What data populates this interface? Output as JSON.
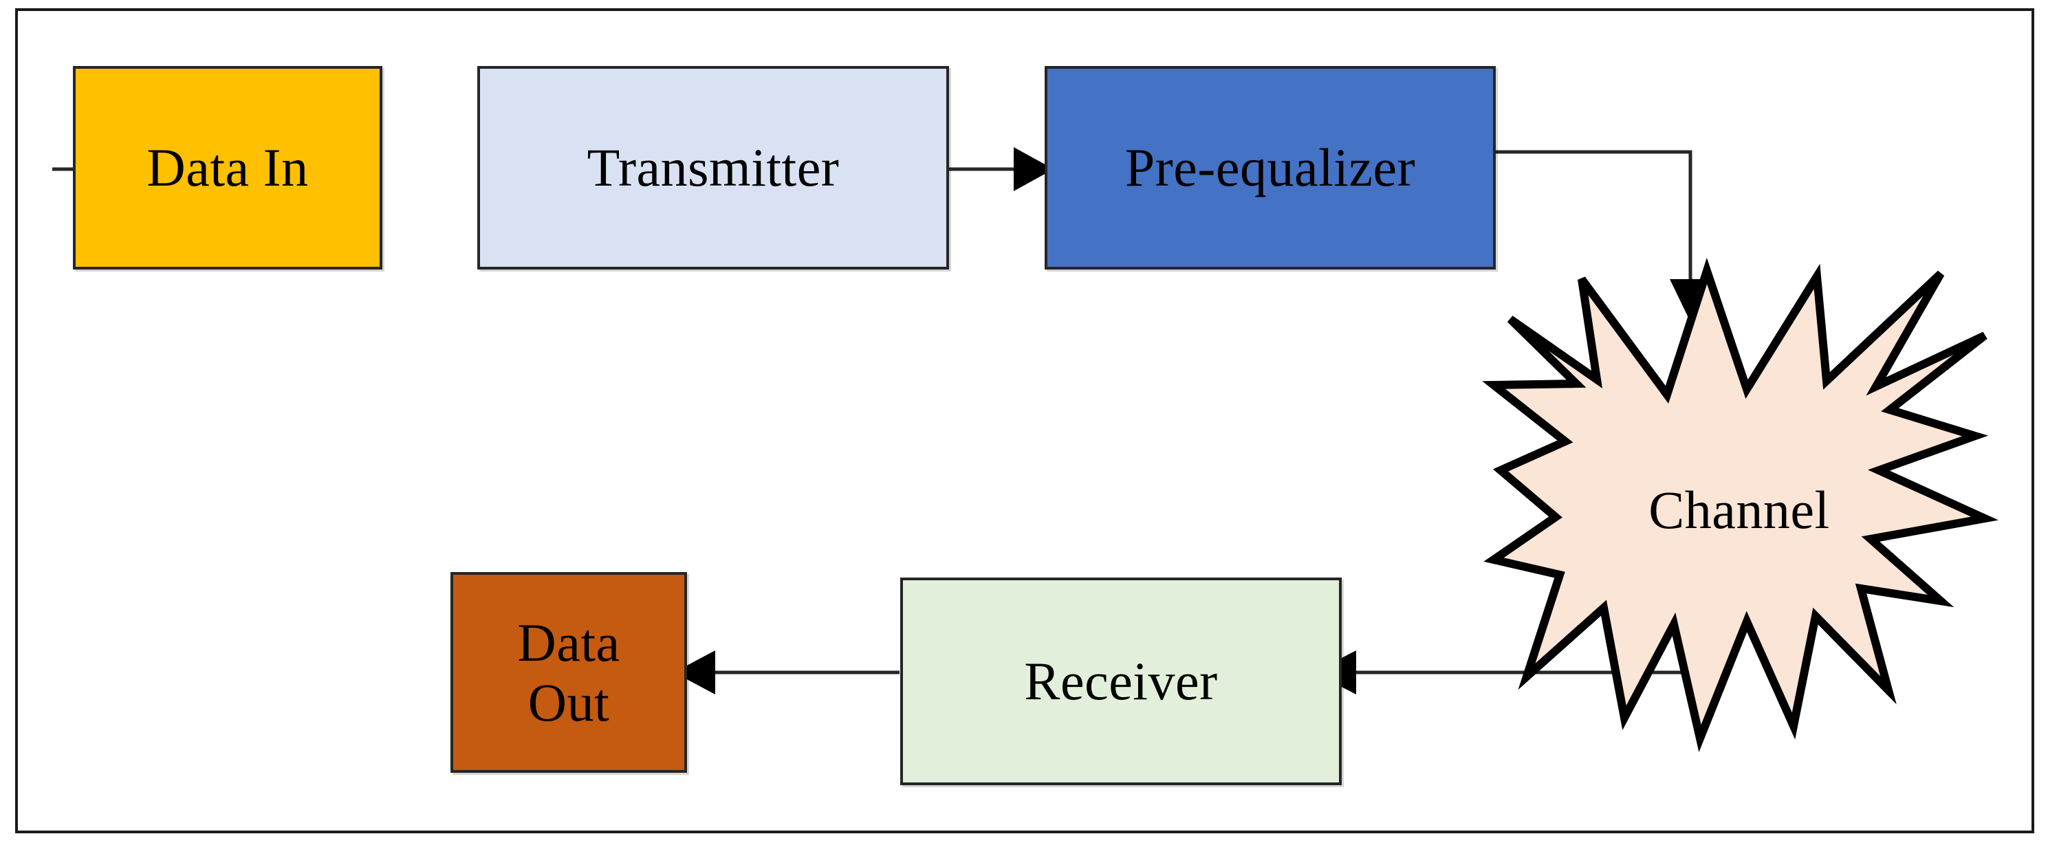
{
  "diagram": {
    "title": "Pre-equalized communication link block diagram",
    "frame": {
      "border_color": "#1a1a1a"
    },
    "nodes": [
      {
        "id": "data-in",
        "label": "Data In",
        "shape": "rectangle",
        "fill": "#FFC000",
        "stroke": "#262626"
      },
      {
        "id": "transmitter",
        "label": "Transmitter",
        "shape": "rectangle",
        "fill": "#D9E2F3",
        "stroke": "#262626"
      },
      {
        "id": "pre-equalizer",
        "label": "Pre-equalizer",
        "shape": "rectangle",
        "fill": "#4472C4",
        "stroke": "#262626"
      },
      {
        "id": "channel",
        "label": "Channel",
        "shape": "explosion-star",
        "fill": "#FBE5D6",
        "stroke": "#000000"
      },
      {
        "id": "receiver",
        "label": "Receiver",
        "shape": "rectangle",
        "fill": "#E2EFDA",
        "stroke": "#262626"
      },
      {
        "id": "data-out",
        "label_line1": "Data",
        "label_line2": "Out",
        "label": "Data Out",
        "shape": "rectangle",
        "fill": "#C55A11",
        "stroke": "#262626"
      }
    ],
    "edges": [
      {
        "id": "e1",
        "from": "data-in",
        "to": "transmitter",
        "style": "straight-right",
        "arrow": "filled-triangle"
      },
      {
        "id": "e2",
        "from": "transmitter",
        "to": "pre-equalizer",
        "style": "straight-right",
        "arrow": "filled-triangle"
      },
      {
        "id": "e3",
        "from": "pre-equalizer",
        "to": "channel",
        "style": "elbow-right-down",
        "arrow": "filled-triangle"
      },
      {
        "id": "e4",
        "from": "channel",
        "to": "receiver",
        "style": "elbow-down-left",
        "arrow": "filled-triangle"
      },
      {
        "id": "e5",
        "from": "receiver",
        "to": "data-out",
        "style": "straight-left",
        "arrow": "filled-triangle"
      }
    ],
    "line_color": "#262626"
  }
}
